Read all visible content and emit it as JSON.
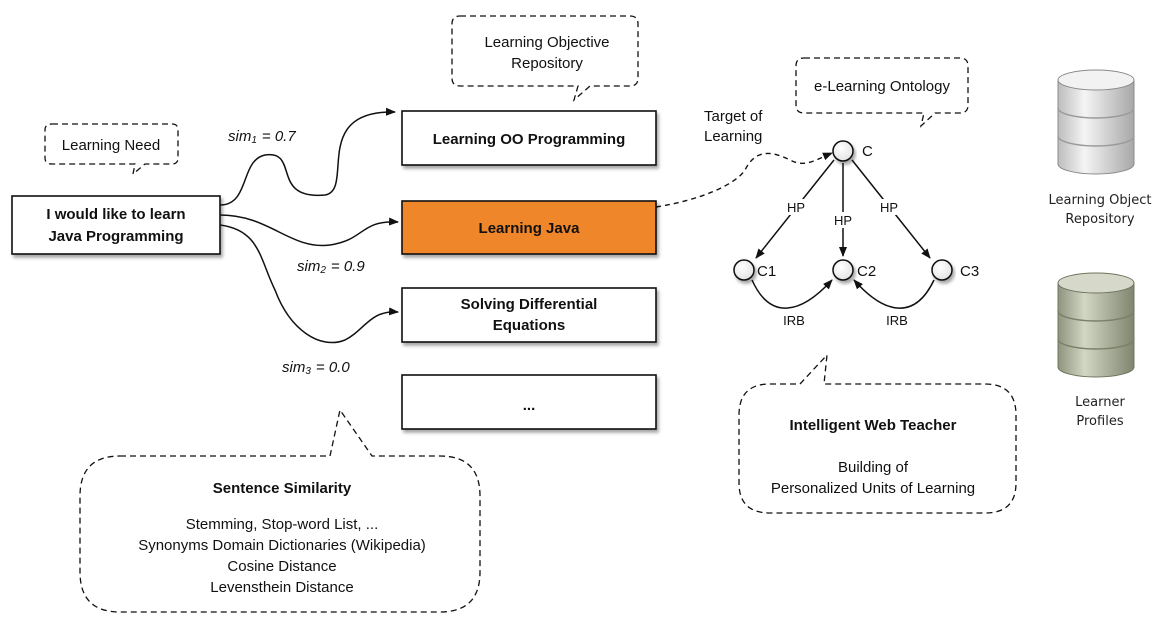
{
  "callouts": {
    "learning_need": "Learning Need",
    "lo_repository_line1": "Learning Objective",
    "lo_repository_line2": "Repository",
    "ontology": "e-Learning Ontology"
  },
  "input_box": {
    "line1": "I would like to learn",
    "line2": "Java Programming"
  },
  "objectives": [
    {
      "lines": [
        "Learning OO Programming"
      ],
      "highlighted": false
    },
    {
      "lines": [
        "Learning Java"
      ],
      "highlighted": true
    },
    {
      "lines": [
        "Solving Differential",
        "Equations"
      ],
      "highlighted": false
    },
    {
      "lines": [
        "..."
      ],
      "highlighted": false
    }
  ],
  "similarities": [
    {
      "prefix": "sim",
      "sub": "1",
      "value": "=  0.7"
    },
    {
      "prefix": "sim",
      "sub": "2",
      "value": "=  0.9"
    },
    {
      "prefix": "sim",
      "sub": "3",
      "value": "=  0.0"
    }
  ],
  "target_label": {
    "line1": "Target of",
    "line2": "Learning"
  },
  "ontology_graph": {
    "nodes": [
      "C",
      "C1",
      "C2",
      "C3"
    ],
    "edge_labels": {
      "hp": "HP",
      "irb": "IRB"
    }
  },
  "sentence_similarity": {
    "title": "Sentence Similarity",
    "items": [
      "Stemming, Stop-word List, ...",
      "Synonyms Domain Dictionaries (Wikipedia)",
      "Cosine Distance",
      "Levensthein Distance"
    ]
  },
  "iwt": {
    "title": "Intelligent Web Teacher",
    "line1": "Building of",
    "line2": "Personalized Units of Learning"
  },
  "databases": [
    {
      "line1": "Learning Object",
      "line2": "Repository",
      "color": "#e6e6e6"
    },
    {
      "line1": "Learner",
      "line2": "Profiles",
      "color": "#c4c8b6"
    }
  ],
  "colors": {
    "highlight": "#f0862a",
    "box_border": "#111111"
  }
}
